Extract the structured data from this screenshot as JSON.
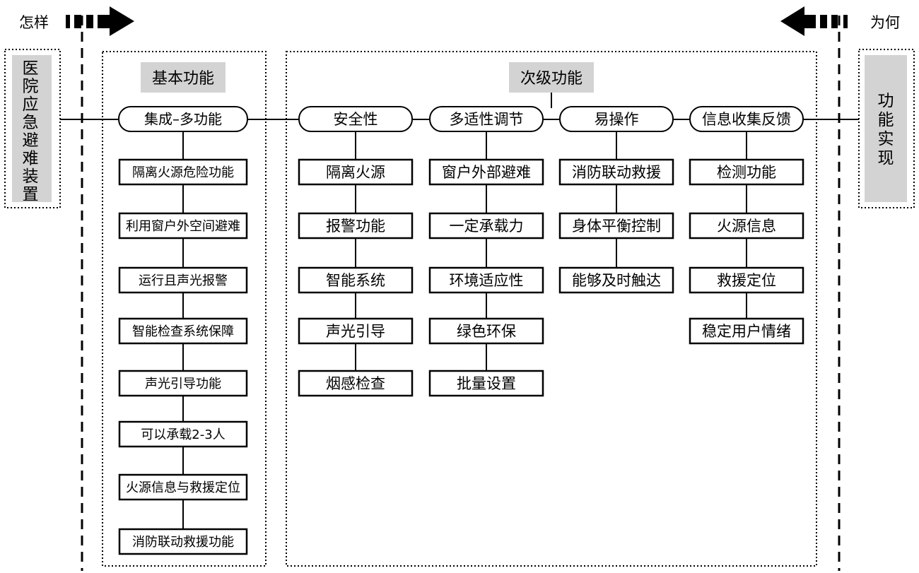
{
  "corners": {
    "left": "怎样",
    "right": "为何"
  },
  "side": {
    "left": "医院应急避难装置",
    "right": "功能实现"
  },
  "headers": {
    "basic": "基本功能",
    "secondary": "次级功能"
  },
  "basic_column": {
    "title": "集成–多功能",
    "items": [
      "隔离火源危险功能",
      "利用窗户外空间避难",
      "运行且声光报警",
      "智能检查系统保障",
      "声光引导功能",
      "可以承载2-3人",
      "火源信息与救援定位",
      "消防联动救援功能"
    ]
  },
  "secondary_columns": [
    {
      "title": "安全性",
      "items": [
        "隔离火源",
        "报警功能",
        "智能系统",
        "声光引导",
        "烟感检查"
      ]
    },
    {
      "title": "多适性调节",
      "items": [
        "窗户外部避难",
        "一定承载力",
        "环境适应性",
        "绿色环保",
        "批量设置"
      ]
    },
    {
      "title": "易操作",
      "items": [
        "消防联动救援",
        "身体平衡控制",
        "能够及时触达"
      ]
    },
    {
      "title": "信息收集反馈",
      "items": [
        "检测功能",
        "火源信息",
        "救援定位",
        "稳定用户情绪"
      ]
    }
  ]
}
